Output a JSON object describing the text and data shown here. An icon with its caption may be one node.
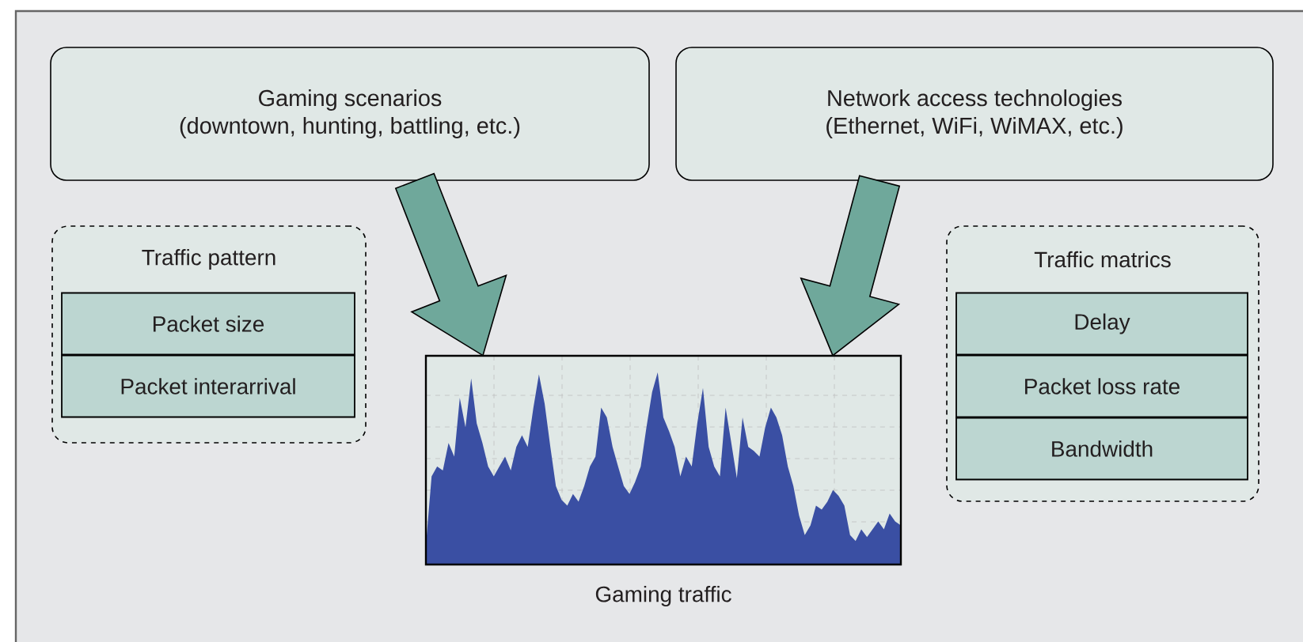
{
  "diagram": {
    "nodes": [
      {
        "text": [
          "Gaming scenarios",
          "(downtown, hunting, battling, etc.)"
        ]
      },
      {
        "text": [
          "Network access technologies",
          "(Ethernet, WiFi, WiMAX, etc.)"
        ]
      },
      {
        "text": [
          "Traffic pattern"
        ]
      },
      {
        "text": [
          "Packet size"
        ],
        "in": 2
      },
      {
        "text": [
          "Packet interarrival"
        ],
        "in": 2
      },
      {
        "text": [],
        "shape": "picture",
        "beside": [
          "Gaming traffic"
        ]
      },
      {
        "text": [
          "Traffic matrics"
        ]
      },
      {
        "text": [
          "Delay"
        ],
        "in": 6
      },
      {
        "text": [
          "Packet loss rate"
        ],
        "in": 6
      },
      {
        "text": [
          "Bandwidth"
        ],
        "in": 6
      }
    ],
    "edges": [
      {
        "from": 0,
        "to": 5,
        "arrow": "to"
      },
      {
        "from": 1,
        "to": 5,
        "arrow": "to"
      }
    ]
  }
}
